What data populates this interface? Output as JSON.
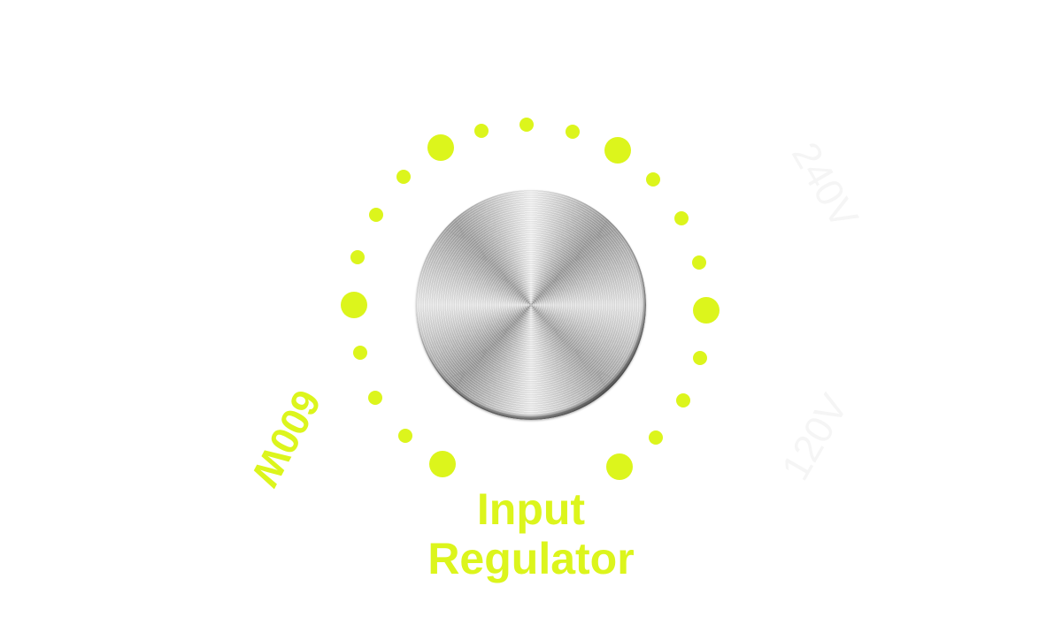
{
  "regulator": {
    "title_line1": "Input",
    "title_line2": "Regulator",
    "min_label": "600W",
    "faint_label_top": "240V",
    "faint_label_bottom": "120V"
  },
  "colors": {
    "accent": "#dcf51c"
  }
}
